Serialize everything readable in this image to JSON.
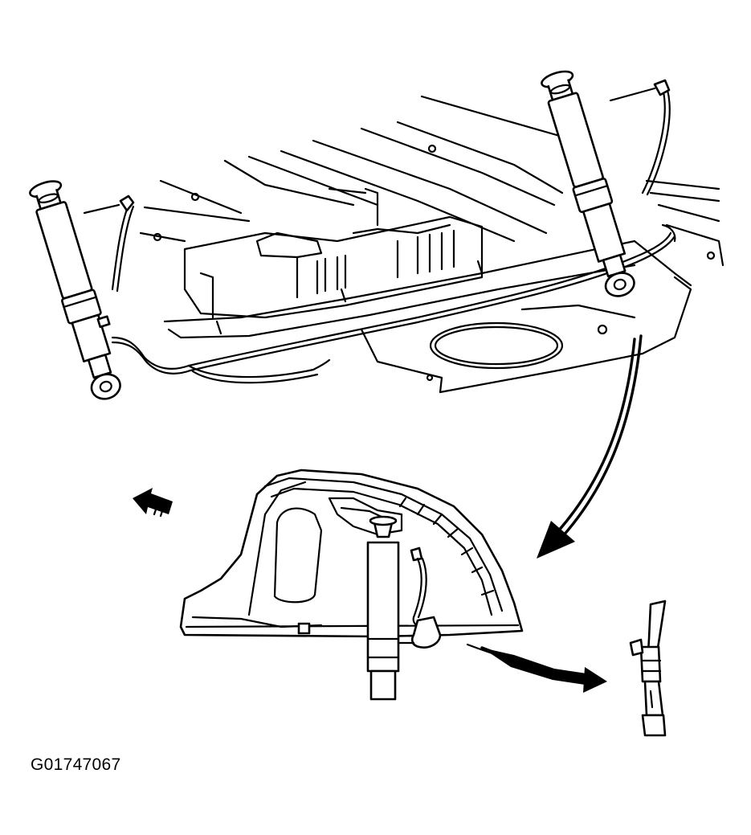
{
  "figure": {
    "code": "G01747067"
  },
  "parts": [
    {
      "name": "left-rear-shock-absorber"
    },
    {
      "name": "right-rear-shock-absorber"
    },
    {
      "name": "rear-body-underbody"
    },
    {
      "name": "shock-wiring-harness"
    },
    {
      "name": "wheelhouse-tower-detail"
    },
    {
      "name": "electrical-connector-detail"
    }
  ],
  "arrows": [
    {
      "name": "curved-detail-arrow"
    },
    {
      "name": "forward-direction-arrow"
    },
    {
      "name": "connector-detail-arrow"
    }
  ],
  "colors": {
    "line": "#000000",
    "background": "#ffffff"
  }
}
